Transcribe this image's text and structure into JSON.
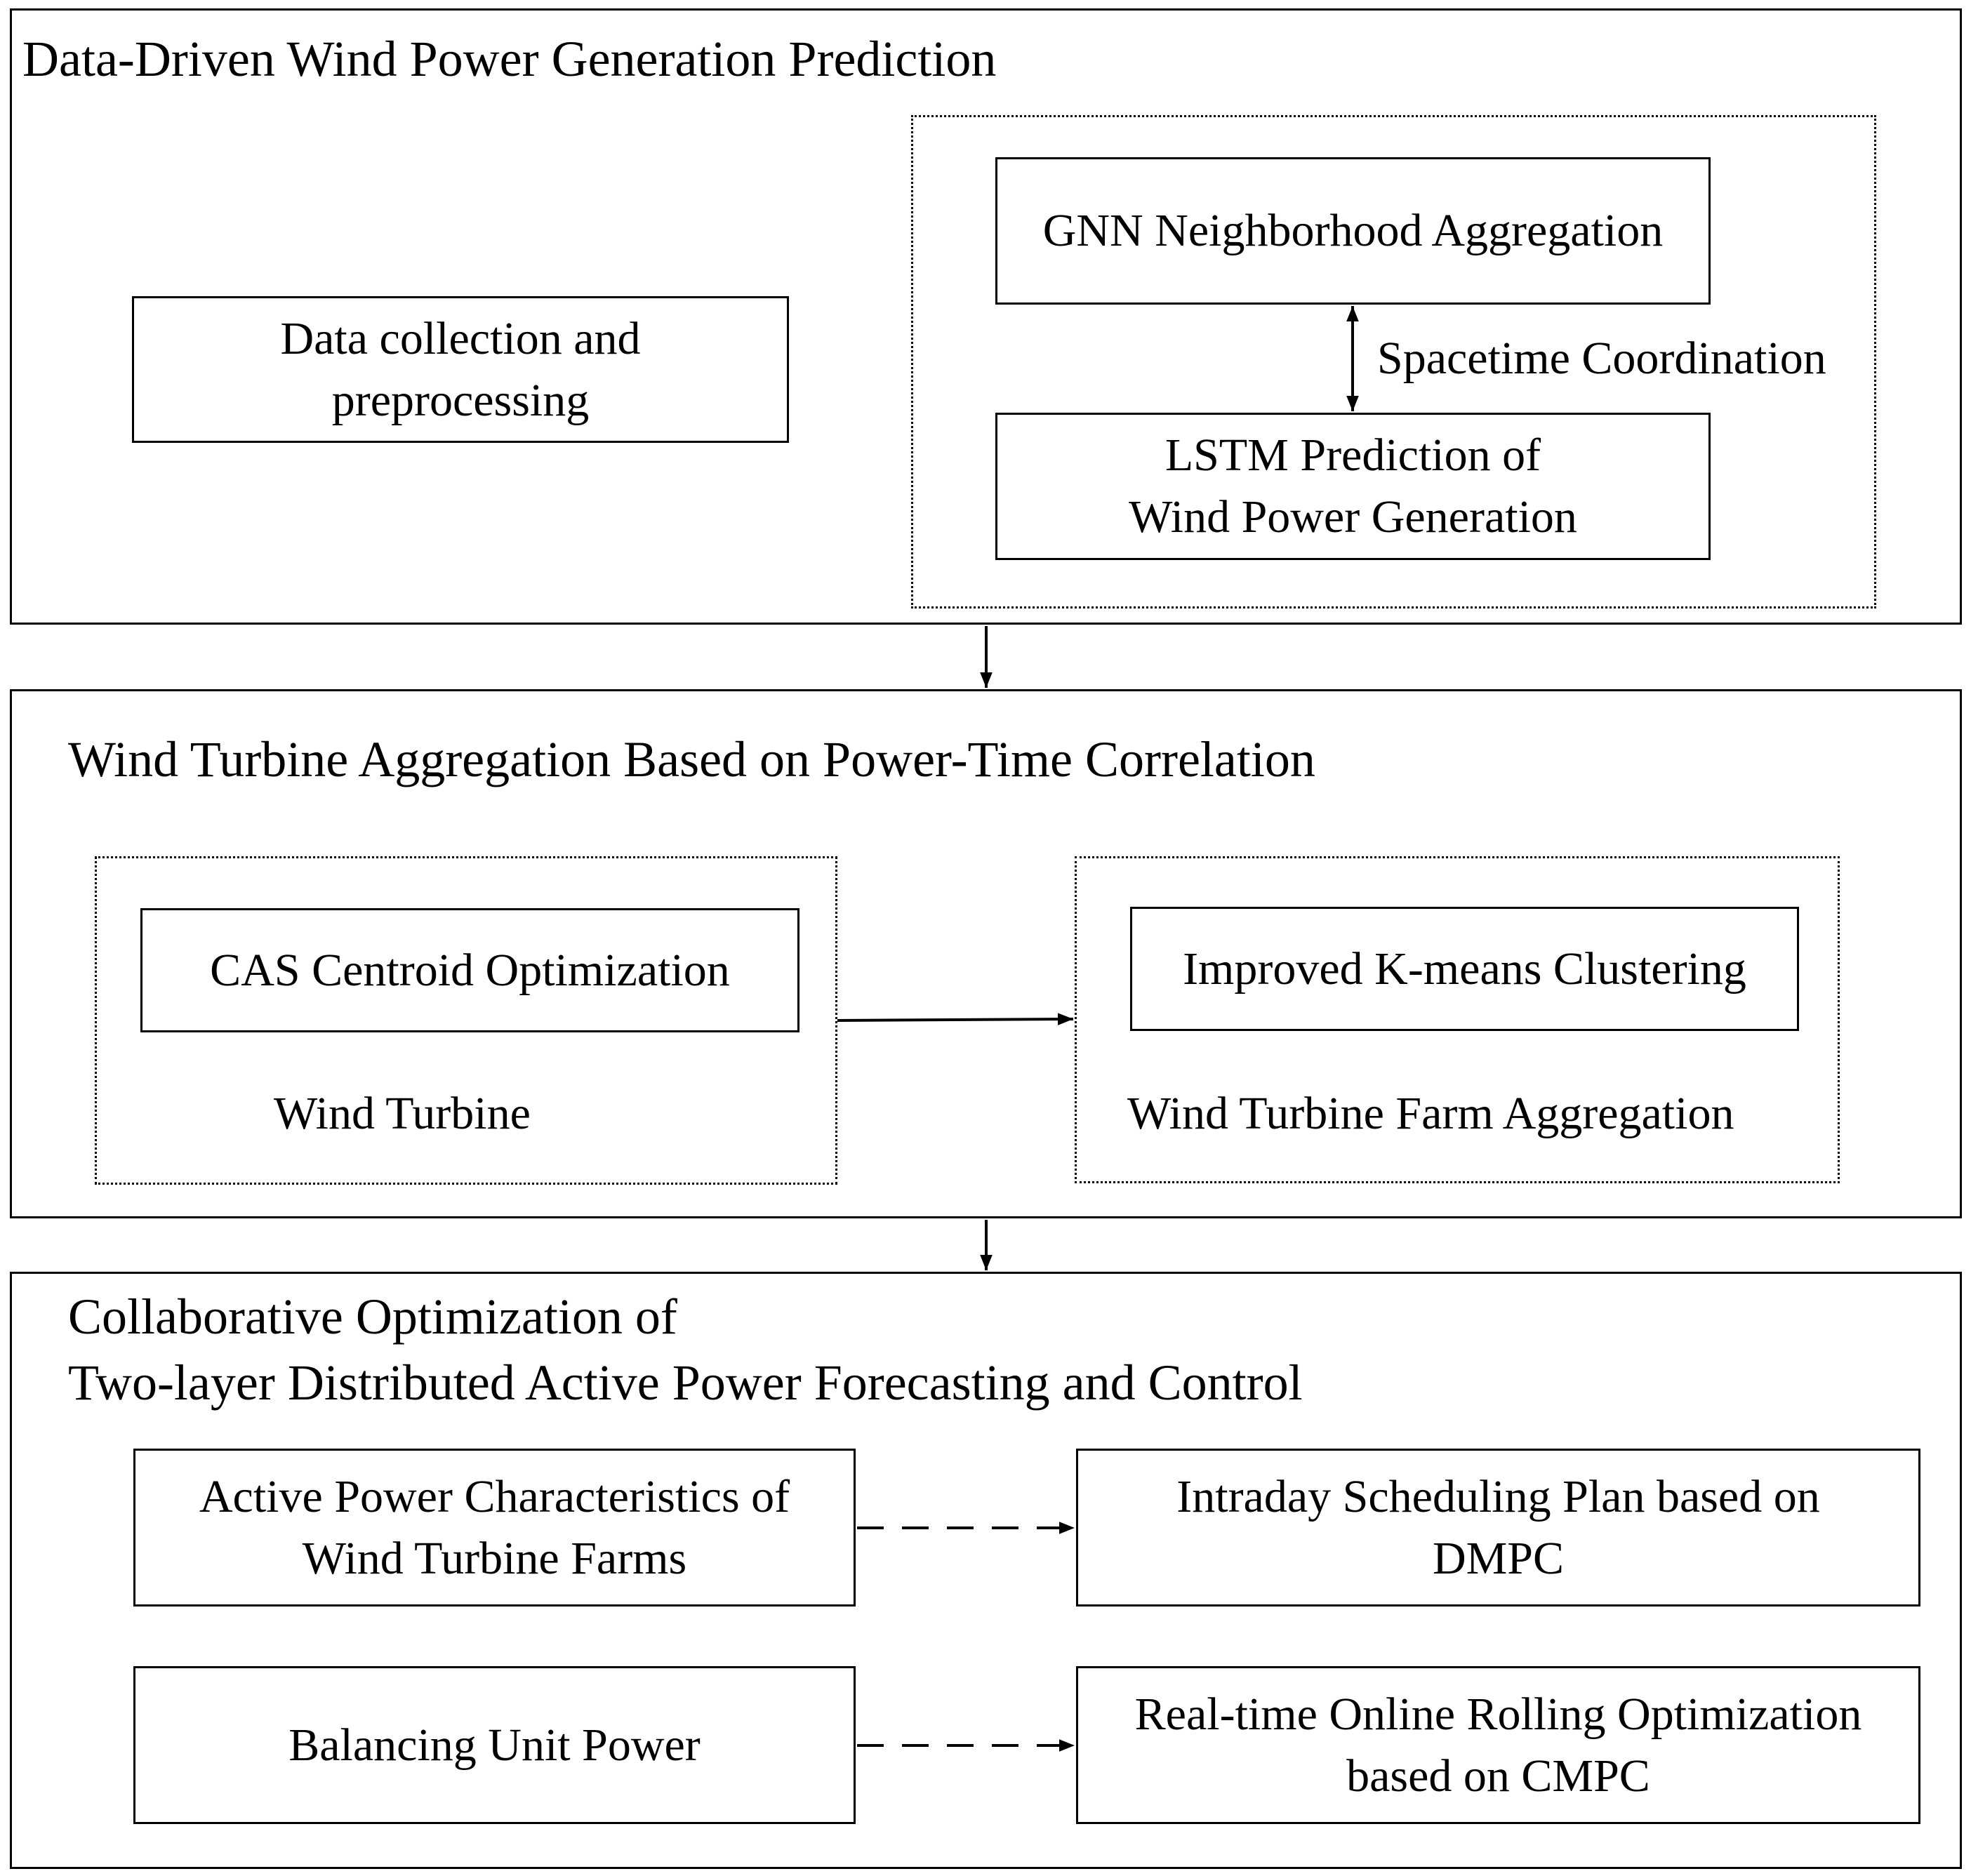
{
  "section1": {
    "title": "Data-Driven Wind Power Generation Prediction",
    "data_box_line1": "Data collection and",
    "data_box_line2": "preprocessing",
    "gnn_box": "GNN Neighborhood Aggregation",
    "coordination_label": "Spacetime Coordination",
    "lstm_box_line1": "LSTM Prediction of",
    "lstm_box_line2": "Wind Power Generation"
  },
  "section2": {
    "title": "Wind Turbine Aggregation Based on Power-Time Correlation",
    "cas_box": "CAS Centroid Optimization",
    "wind_turbine_label": "Wind Turbine",
    "kmeans_box": "Improved K-means Clustering",
    "farm_label": "Wind Turbine Farm Aggregation"
  },
  "section3": {
    "title_line1": "Collaborative Optimization of",
    "title_line2": "Two-layer Distributed Active Power Forecasting and Control",
    "active_box_line1": "Active Power Characteristics of",
    "active_box_line2": "Wind Turbine Farms",
    "intraday_box_line1": "Intraday Scheduling Plan based on",
    "intraday_box_line2": "DMPC",
    "balancing_box": "Balancing Unit Power",
    "realtime_box_line1": "Real-time Online Rolling Optimization",
    "realtime_box_line2": "based on CMPC"
  }
}
